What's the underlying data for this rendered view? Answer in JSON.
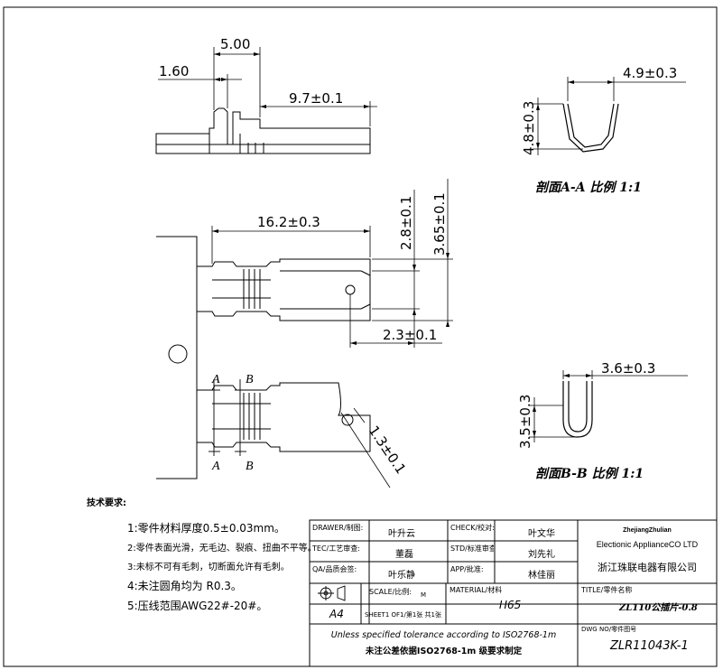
{
  "dimensions": {
    "d_500": "5.00",
    "d_160": "1.60",
    "d_97": "9.7±0.1",
    "d_162": "16.2±0.3",
    "d_28": "2.8±0.1",
    "d_365": "3.65±0.1",
    "d_23": "2.3±0.1",
    "d_13": "1.3±0.1",
    "d_49": "4.9±0.3",
    "d_48": "4.8±0.3",
    "d_36": "3.6±0.3",
    "d_35": "3.5±0.3"
  },
  "section_marks": {
    "a": "A",
    "b": "B"
  },
  "captions": {
    "section_aa": "剖面A-A  比例 1:1",
    "section_bb": "剖面B-B  比例 1:1"
  },
  "notes": {
    "title": "技术要求:",
    "items": [
      "1:零件材料厚度0.5±0.03mm。",
      "2:零件表面光滑，无毛边、裂痕、扭曲不平等。",
      "3:未标不可有毛刺，切断面允许有毛刺。",
      "4:未注圆角均为 R0.3。",
      "5:压线范围AWG22#-20#。"
    ]
  },
  "title_block": {
    "drawer_label": "DRAWER/制图:",
    "drawer": "叶升云",
    "check_label": "CHECK/校对:",
    "check": "叶文华",
    "tec_label": "TEC/工艺审查:",
    "tec": "董磊",
    "std_label": "STD/标准审查:",
    "std": "刘先礼",
    "qa_label": "QA/品质会签:",
    "qa": "叶乐静",
    "app_label": "APP/批准:",
    "app": "林佳丽",
    "company_en_1": "ZhejiangZhulian",
    "company_en_2": "Electionic ApplianceCO LTD",
    "company_cn": "浙江珠联电器有限公司",
    "scale_label": "SCALE/比例:",
    "scale": "M",
    "material_label": "MATERIAL/材料",
    "material": "H65",
    "title_label": "TITLE/零件名称",
    "title": "ZL110公插片-0.8",
    "size": "A4",
    "sheet_label": "SHEET1 OF1/第1张 共1张",
    "tolerance_en": "Unless specified tolerance according to ISO2768-1m",
    "tolerance_cn": "未注公差依据ISO2768-1m 级要求制定",
    "dwg_label": "DWG NO/零件图号",
    "dwg": "ZLR11043K-1"
  }
}
